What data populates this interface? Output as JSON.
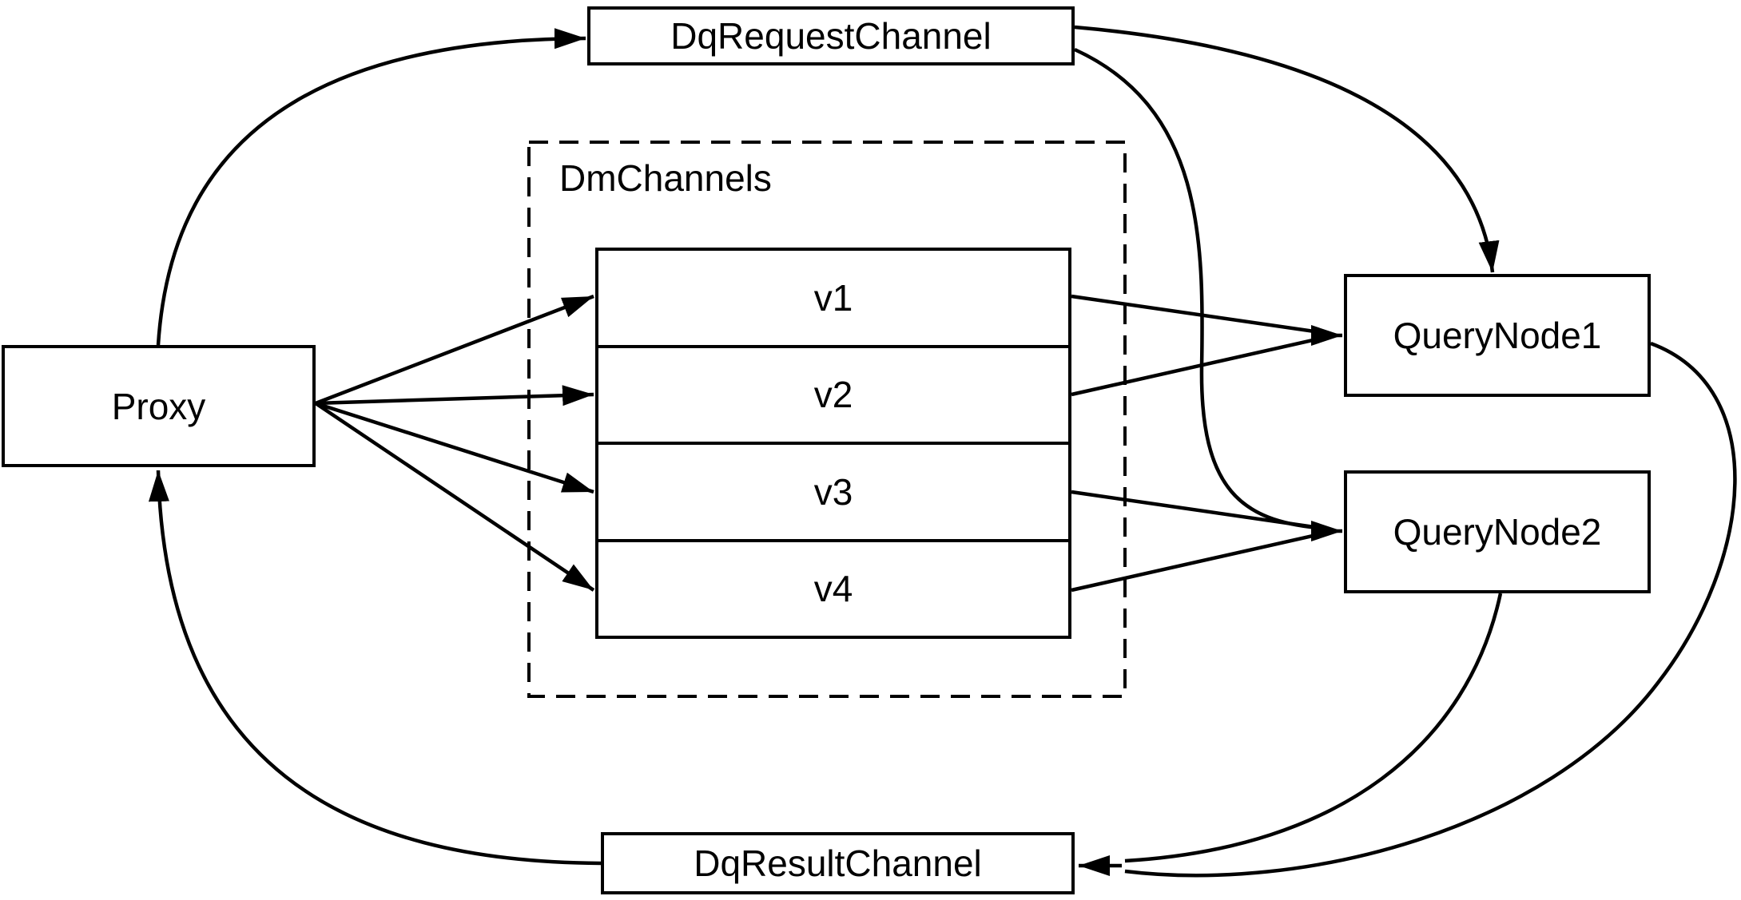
{
  "diagram": {
    "title": "",
    "nodes": {
      "proxy": {
        "label": "Proxy"
      },
      "dq_request_channel": {
        "label": "DqRequestChannel"
      },
      "dm_channels_group": {
        "label": "DmChannels"
      },
      "channels": [
        {
          "label": "v1"
        },
        {
          "label": "v2"
        },
        {
          "label": "v3"
        },
        {
          "label": "v4"
        }
      ],
      "query_node_1": {
        "label": "QueryNode1"
      },
      "query_node_2": {
        "label": "QueryNode2"
      },
      "dq_result_channel": {
        "label": "DqResultChannel"
      }
    },
    "edges": [
      {
        "from": "Proxy",
        "to": "DqRequestChannel"
      },
      {
        "from": "DqRequestChannel",
        "to": "QueryNode1"
      },
      {
        "from": "DqRequestChannel",
        "to": "QueryNode2"
      },
      {
        "from": "Proxy",
        "to": "v1"
      },
      {
        "from": "Proxy",
        "to": "v2"
      },
      {
        "from": "Proxy",
        "to": "v3"
      },
      {
        "from": "Proxy",
        "to": "v4"
      },
      {
        "from": "v1",
        "to": "QueryNode1"
      },
      {
        "from": "v2",
        "to": "QueryNode1"
      },
      {
        "from": "v3",
        "to": "QueryNode2"
      },
      {
        "from": "v4",
        "to": "QueryNode2"
      },
      {
        "from": "QueryNode1",
        "to": "DqResultChannel"
      },
      {
        "from": "QueryNode2",
        "to": "DqResultChannel"
      },
      {
        "from": "DqResultChannel",
        "to": "Proxy"
      }
    ],
    "colors": {
      "stroke": "#000000",
      "node_fill": "#ffffff",
      "background": "#ffffff",
      "text": "#000000"
    }
  }
}
